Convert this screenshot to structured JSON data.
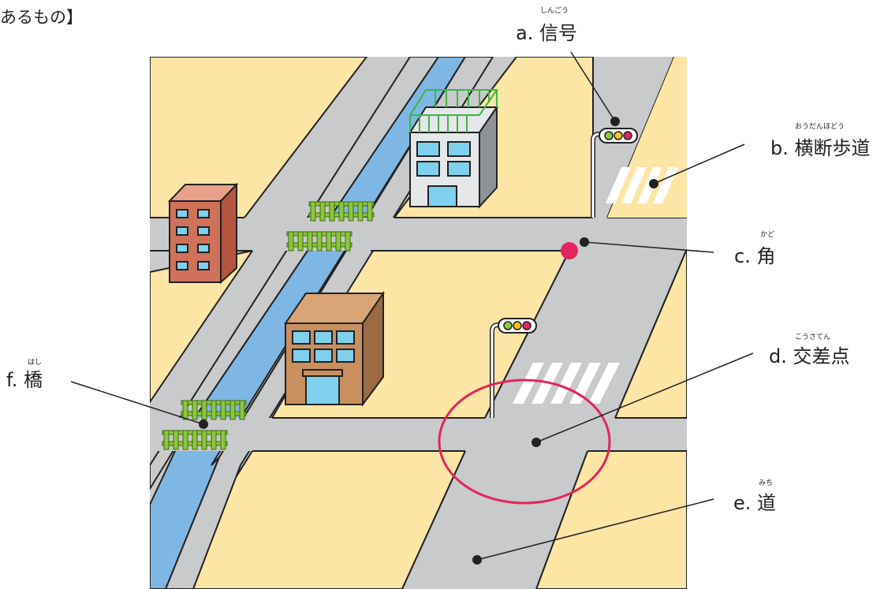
{
  "header": {
    "text": "あるもの】"
  },
  "labels": {
    "a": {
      "text": "a. 信号",
      "furigana": "しんごう"
    },
    "b": {
      "text": "b. 横断歩道",
      "furigana": "おうだんほどう"
    },
    "c": {
      "text": "c. 角",
      "furigana": "かど"
    },
    "d": {
      "text": "d. 交差点",
      "furigana": "こうさてん"
    },
    "e": {
      "text": "e. 道",
      "furigana": "みち"
    },
    "f": {
      "text": "f. 橋",
      "furigana": "はし"
    }
  },
  "colors": {
    "land": "#fde5a6",
    "road": "#c9cacb",
    "river": "#7eb7e4",
    "highlight": "#e4245c",
    "railing": "#8cc63f"
  }
}
